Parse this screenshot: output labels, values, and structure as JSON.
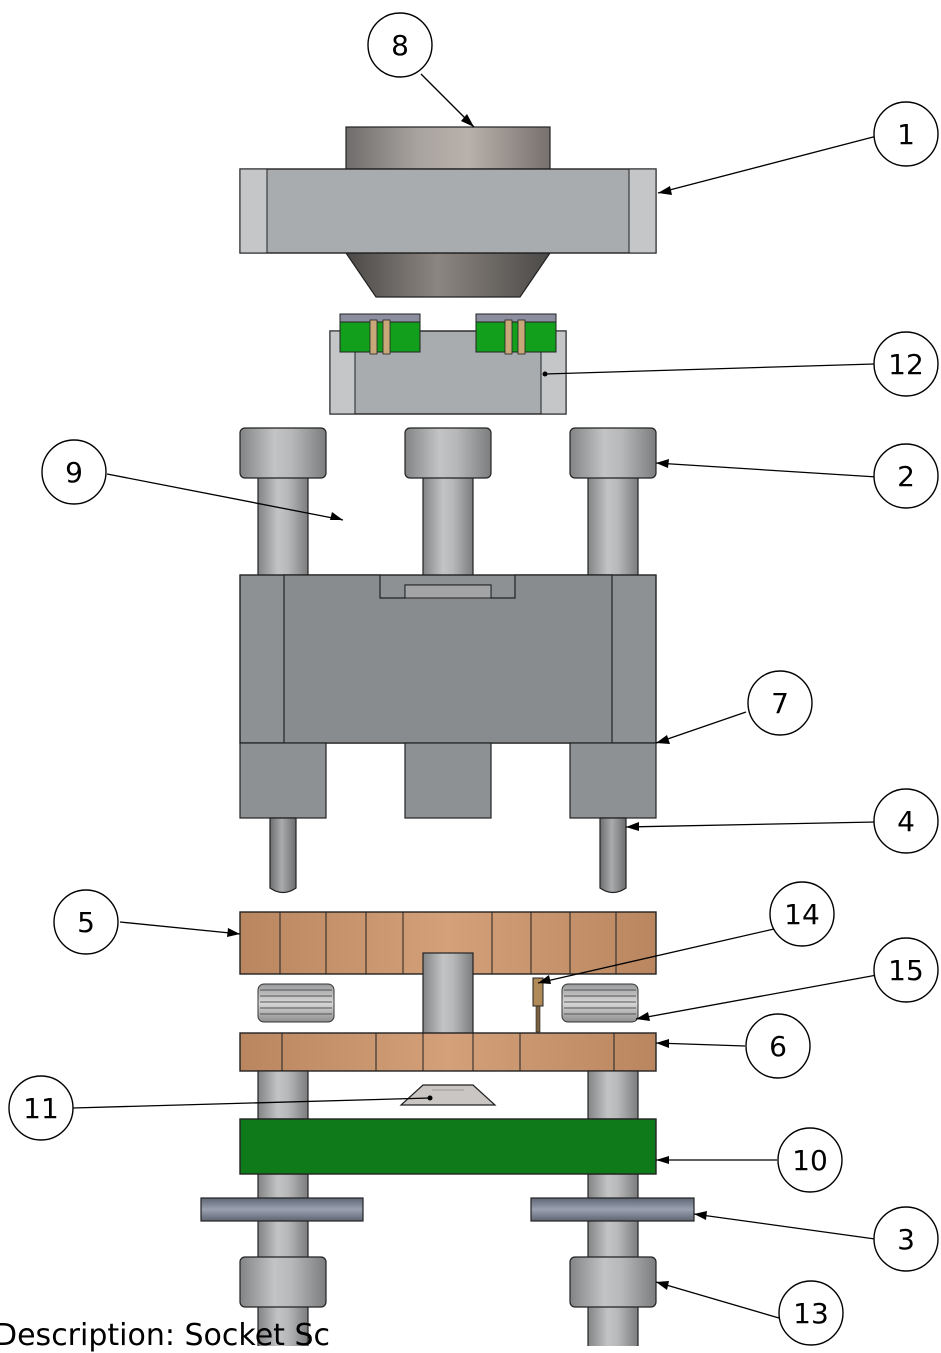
{
  "diagram": {
    "caption": "Description: Socket Sc",
    "callouts": [
      {
        "id": "c1",
        "label": "1"
      },
      {
        "id": "c2",
        "label": "2"
      },
      {
        "id": "c3",
        "label": "3"
      },
      {
        "id": "c4",
        "label": "4"
      },
      {
        "id": "c5",
        "label": "5"
      },
      {
        "id": "c6",
        "label": "6"
      },
      {
        "id": "c7",
        "label": "7"
      },
      {
        "id": "c8",
        "label": "8"
      },
      {
        "id": "c9",
        "label": "9"
      },
      {
        "id": "c10",
        "label": "10"
      },
      {
        "id": "c11",
        "label": "11"
      },
      {
        "id": "c12",
        "label": "12"
      },
      {
        "id": "c13",
        "label": "13"
      },
      {
        "id": "c14",
        "label": "14"
      },
      {
        "id": "c15",
        "label": "15"
      }
    ]
  },
  "colors": {
    "steel_light": "#b9babb",
    "steel_mid": "#a6a8aa",
    "steel_dark": "#8f9193",
    "copper": "#c9936a",
    "pcb_green": "#0f7a1a",
    "bright_green": "#12a01c",
    "washer_blue": "#7e8493"
  }
}
